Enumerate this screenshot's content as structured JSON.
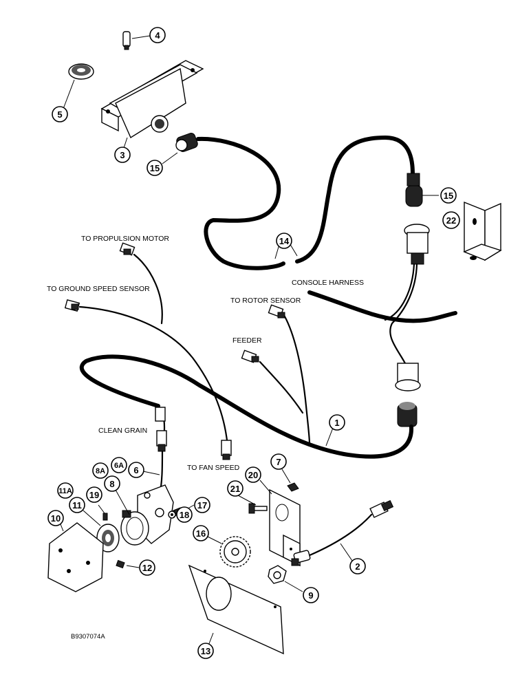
{
  "labels": {
    "propulsion": "TO PROPULSION MOTOR",
    "ground_speed": "TO GROUND SPEED SENSOR",
    "console_harness": "CONSOLE HARNESS",
    "rotor_sensor": "TO ROTOR SENSOR",
    "feeder": "FEEDER",
    "clean_grain": "CLEAN GRAIN",
    "fan_speed": "TO FAN SPEED",
    "drawing_id": "B9307074A"
  },
  "callouts": {
    "n1": "1",
    "n2": "2",
    "n3": "3",
    "n4": "4",
    "n5": "5",
    "n6": "6",
    "n6a": "6A",
    "n7": "7",
    "n8": "8",
    "n8a": "8A",
    "n9": "9",
    "n10": "10",
    "n11": "11",
    "n11a": "11A",
    "n12": "12",
    "n13": "13",
    "n14": "14",
    "n15a": "15",
    "n15b": "15",
    "n16": "16",
    "n17": "17",
    "n18": "18",
    "n19": "19",
    "n20": "20",
    "n21": "21",
    "n22": "22"
  }
}
